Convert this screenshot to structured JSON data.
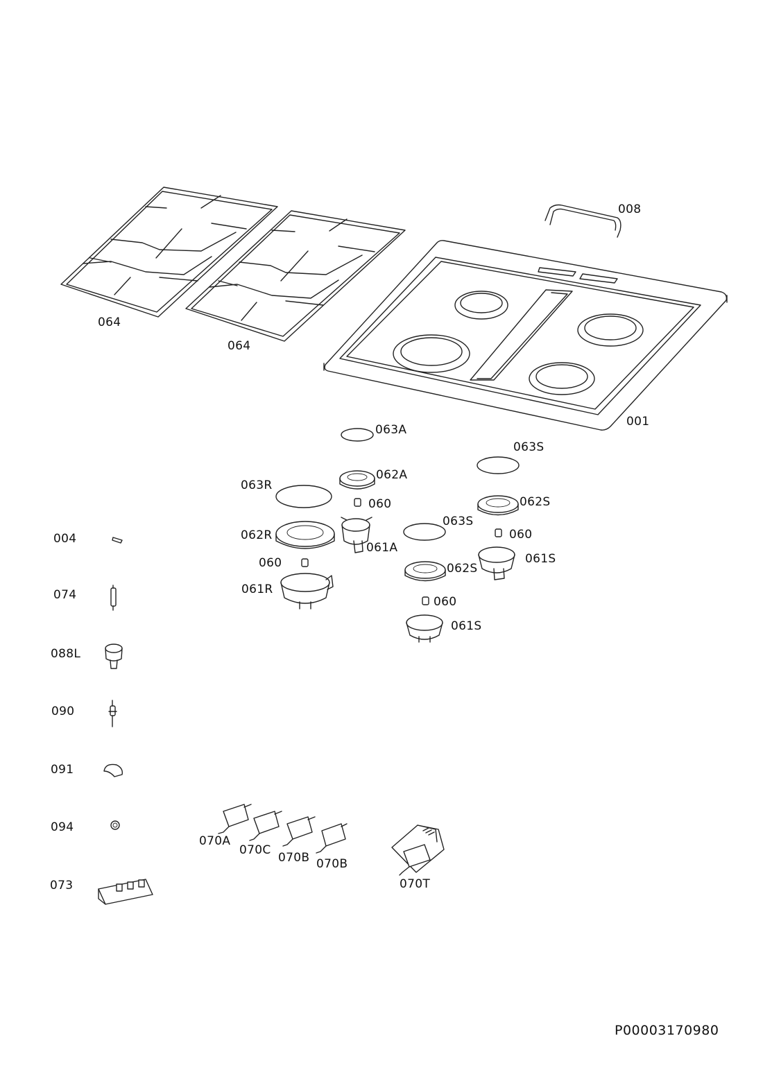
{
  "labels": {
    "p001": "001",
    "p004": "004",
    "p008": "008",
    "p060a": "060",
    "p060b": "060",
    "p060c": "060",
    "p060d": "060",
    "p061a": "061A",
    "p061r": "061R",
    "p061s1": "061S",
    "p061s2": "061S",
    "p062a": "062A",
    "p062r": "062R",
    "p062s1": "062S",
    "p062s2": "062S",
    "p063a": "063A",
    "p063r": "063R",
    "p063s1": "063S",
    "p063s2": "063S",
    "p064a": "064",
    "p064b": "064",
    "p070a": "070A",
    "p070b1": "070B",
    "p070b2": "070B",
    "p070c": "070C",
    "p070t": "070T",
    "p073": "073",
    "p074": "074",
    "p088l": "088L",
    "p090": "090",
    "p091": "091",
    "p094": "094"
  },
  "document_ref": "P00003170980",
  "colors": {
    "line": "#222222",
    "text": "#111111",
    "background": "#ffffff"
  }
}
